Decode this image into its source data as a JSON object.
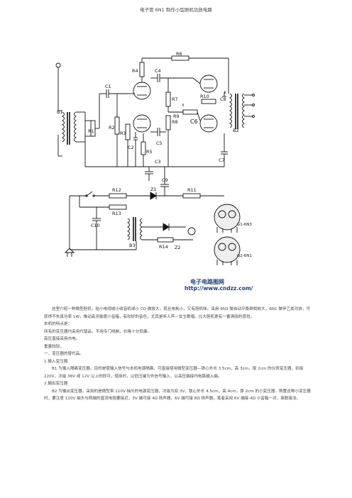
{
  "doc": {
    "title": "电子管 6N1 制作小型胆机功放电路",
    "watermark_cn": "电子电路图网",
    "watermark_url": "http://www.cndzz.com/"
  },
  "labels": {
    "R1": "R1",
    "R2": "R2",
    "R3": "R3",
    "R4": "R4",
    "R5": "R5",
    "R6": "R6",
    "R7": "R7",
    "R8": "R8",
    "R9": "R9",
    "R10": "R10",
    "R11": "R11",
    "R12": "R12",
    "R13": "R13",
    "R14": "R14",
    "C1": "C1",
    "C2": "C2",
    "C3": "C3",
    "C4": "C4",
    "C5": "C5",
    "C6": "C6",
    "C7": "C7",
    "C8": "C8",
    "C9": "C9",
    "C10": "C10",
    "B1": "B1",
    "B2": "B2",
    "B3": "B3",
    "Z1": "Z1",
    "Z2": "Z2",
    "G1": "G1-6N3",
    "G2": "G2-6N1"
  },
  "body": [
    "这里介绍一种微型胆机，给小电视或小收音机或小 CD 做放大，现且电耗小，又有胆机味。采用 6N3 做自动平衡倒相放大，6N1 做甲乙类功放，可获得不失真功率 1W，推动高灵敏度小音箱，有较好的音色，尤其是听人声—女生歌唱。比大胆机更有一番清丽的感觉。",
    "本机的特点是：",
    "所有的变压器均采用代替品，不用专门绕制，价格十分低廉。",
    "高压直接采用市电。",
    "重量较轻。",
    "一、变压器的替代品。",
    "1.输入变压器",
    "B1 为输入隔离变压器，目的是使输入信号与本机电源隔离，可直接使用微型变压器—铁心外长 3.5cm，高 3cm，厚 2cm 的仪表变压器，初级 220V，次级 36V 或 12V 以上的即可，使用时，以低压端为外信号输入，以高压端接内电路输入端。",
    "2.输出变压器",
    "B2 为输出变压器，采用的是微型带 110V 抽头的电源变压器，次级为双 3V，铁心外长 4.5cm，高 4cm，厚 2cm 的小变压器，购置这种小变压器时，要注意 110V 抽头与两端的直流电阻要接近，3V 端可接 4Ω 扬声器，6V 端可接 8Ω 扬声器，笔者采用 6V 端接 4Ω 小音箱一对，串联接法。"
  ]
}
